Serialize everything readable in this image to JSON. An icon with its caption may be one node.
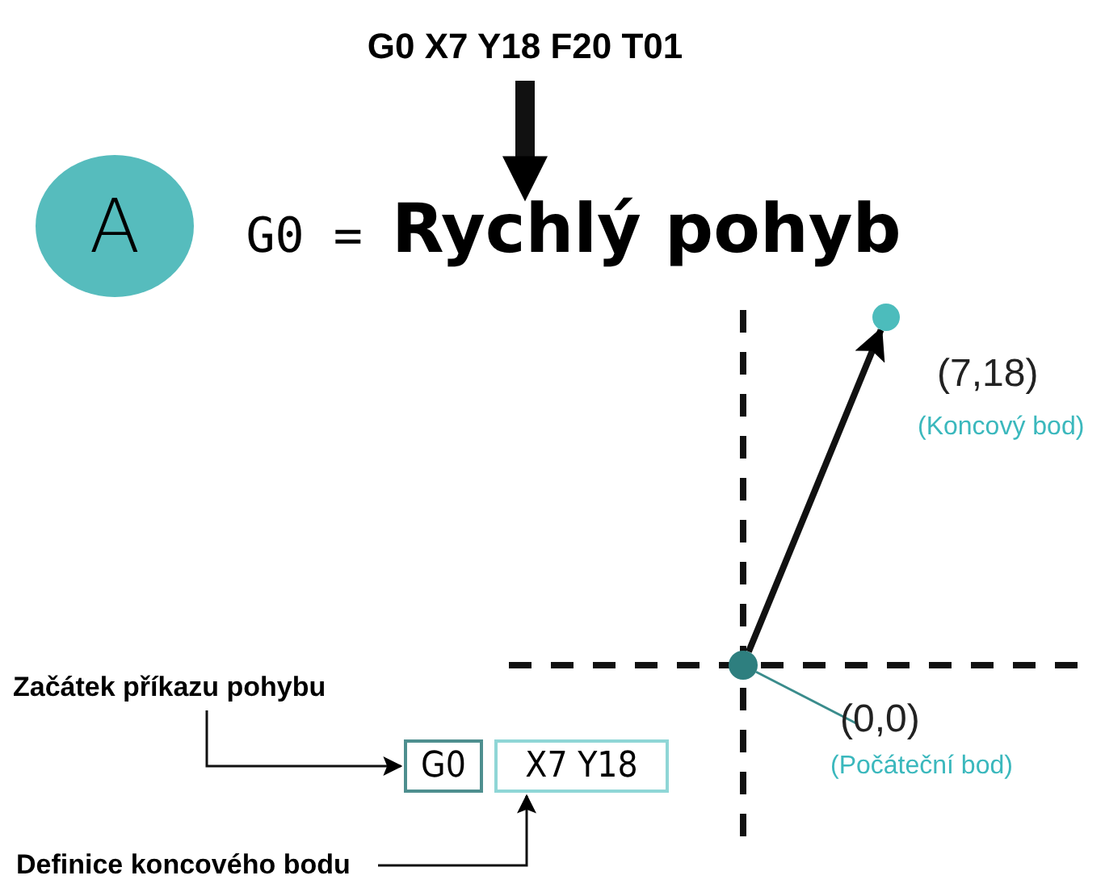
{
  "diagram": {
    "nodes": [
      {
        "text": [
          "G0 X7 Y18 F20 T01"
        ]
      },
      {
        "text": [
          "G0 = **Rychlý pohyb**"
        ]
      },
      {
        "text": [
          "A"
        ]
      },
      {
        "text": [
          "Začátek příkazu pohybu"
        ]
      },
      {
        "text": [
          "G0"
        ]
      },
      {
        "text": [
          "X7 Y18"
        ]
      },
      {
        "text": [
          "Definice koncového bodu"
        ]
      },
      {
        "text": [],
        "shape": "circle"
      },
      {
        "text": [
          "(0,0)",
          "(Počáteční bod)"
        ]
      },
      {
        "text": [],
        "shape": "circle",
        "beside": [
          "(7,18)",
          "(Koncový bod)"
        ]
      }
    ],
    "edges": [
      {
        "from": 0,
        "to": 1,
        "arrow": "to",
        "style": "thick"
      },
      {
        "from": 3,
        "to": 4,
        "arrow": "to"
      },
      {
        "from": 6,
        "to": 5,
        "arrow": "to"
      },
      {
        "from": 7,
        "to": 9,
        "arrow": "to",
        "style": "thick"
      },
      {
        "from": 8,
        "to": 7,
        "arrow": "none",
        "color": "#3a8c8c"
      }
    ]
  }
}
